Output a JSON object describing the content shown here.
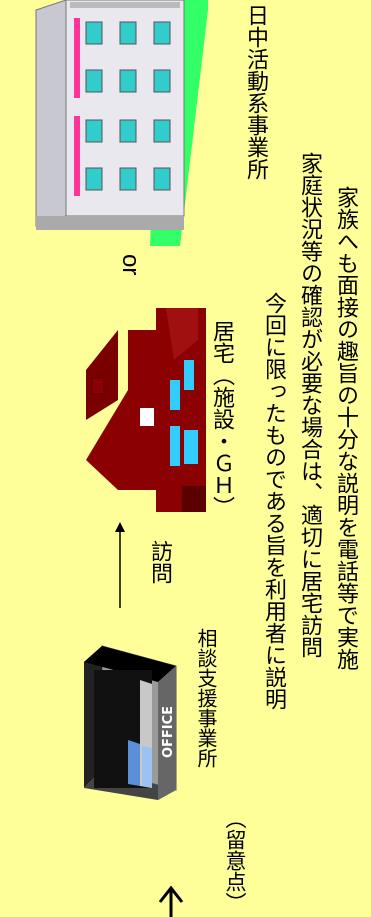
{
  "office": {
    "sign": "OFFICE",
    "label": "相談支援事業所"
  },
  "visit_label": "訪問",
  "home_label": "居宅（施設・ＧＨ）",
  "or_label": "or",
  "daycenter_label": "日中活動系事業所",
  "notes": {
    "heading": "（留意点）",
    "items": [
      "今回に限ったものである旨を利用者に説明",
      "家庭状況等の確認が必要な場合は、適切に居宅訪問",
      "家族へも面接の趣旨の十分な説明を電話等で実施"
    ]
  },
  "colors": {
    "background": "#ffff99",
    "house": "#8b0000",
    "window": "#33ccff",
    "building_pink": "#ff3399",
    "lawn": "#33ff66",
    "office_blue": "#5b8fd6"
  }
}
